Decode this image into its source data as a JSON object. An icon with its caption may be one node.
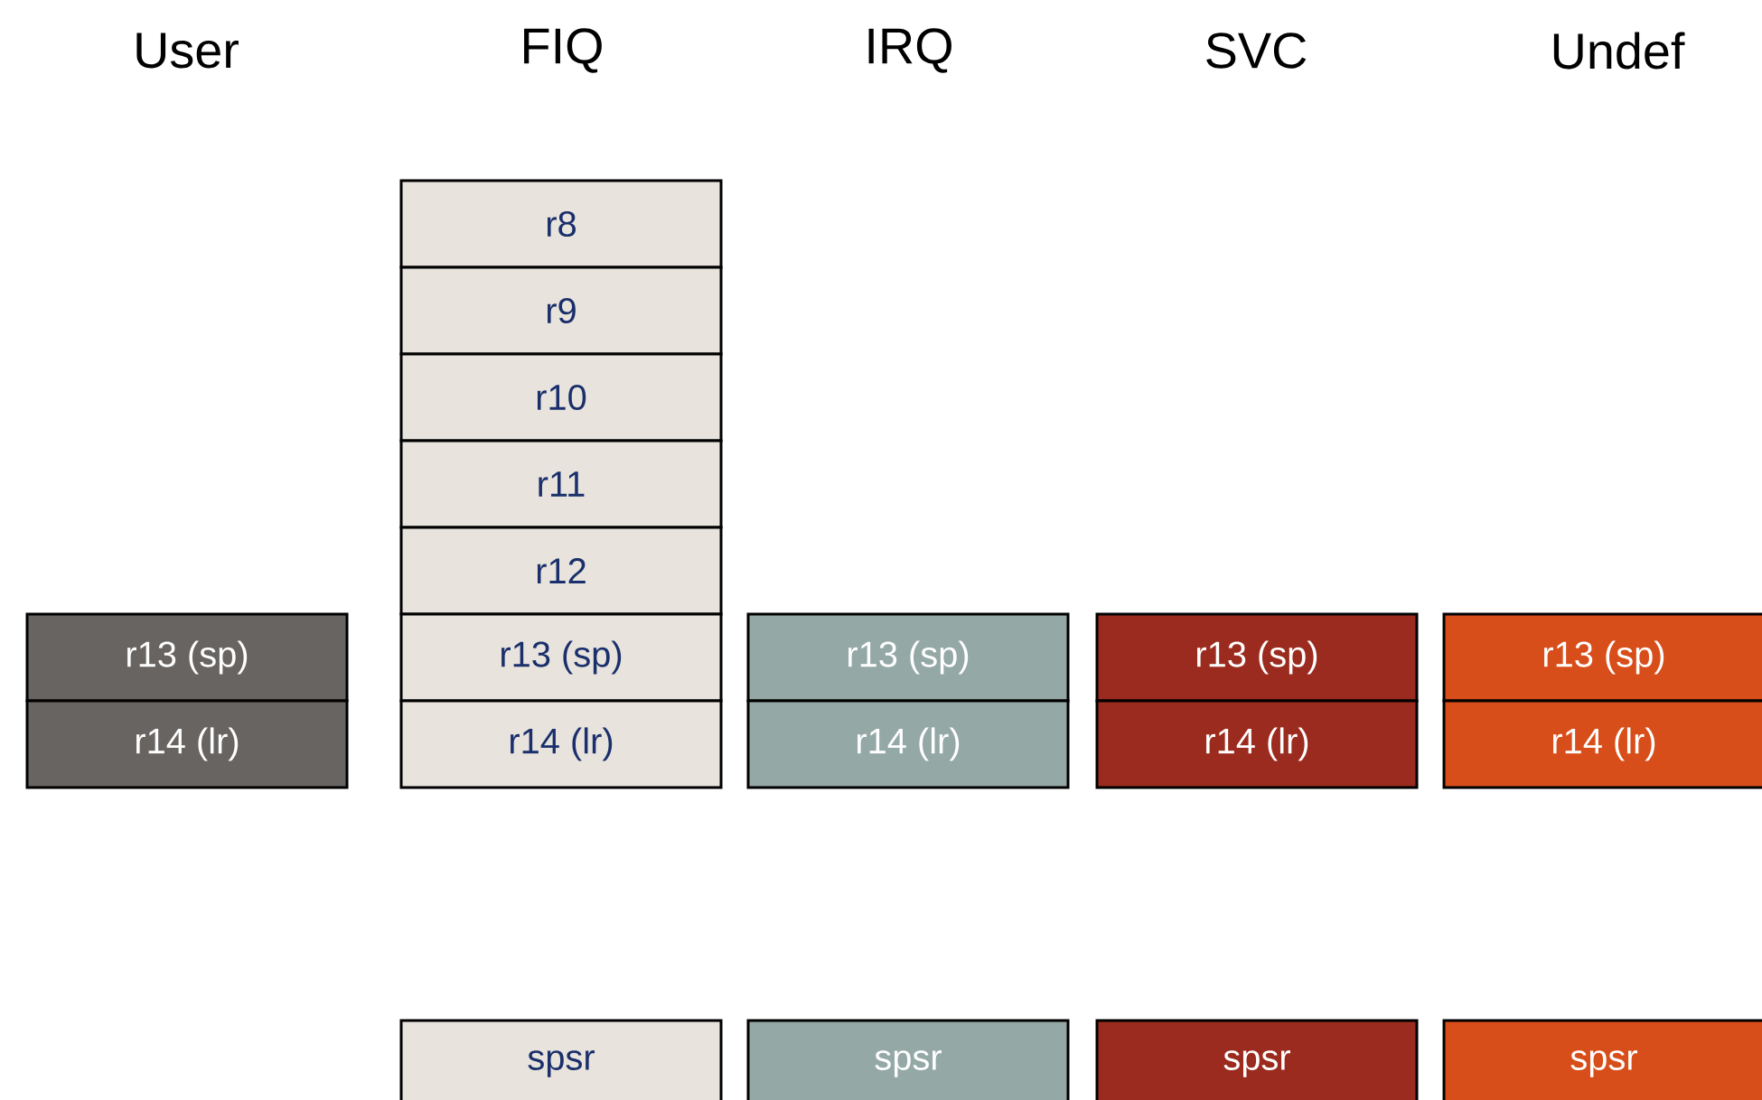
{
  "diagram": {
    "nodes": [
      {
        "text": [
          "r8"
        ]
      },
      {
        "text": [
          "r9"
        ]
      },
      {
        "text": [
          "r10"
        ]
      },
      {
        "text": [
          "r11"
        ]
      },
      {
        "text": [
          "r12"
        ]
      },
      {
        "text": [
          "r13 (sp)"
        ]
      },
      {
        "text": [
          "r13 (sp)"
        ]
      },
      {
        "text": [
          "r13 (sp)"
        ]
      },
      {
        "text": [
          "r13 (sp)"
        ]
      },
      {
        "text": [
          "r13 (sp)"
        ]
      },
      {
        "text": [
          "r14 (lr)"
        ]
      },
      {
        "text": [
          "r14 (lr)"
        ]
      },
      {
        "text": [
          "r14 (lr)"
        ]
      },
      {
        "text": [
          "r14 (lr)"
        ]
      },
      {
        "text": [
          "r14 (lr)"
        ]
      },
      {
        "text": [
          "spsr"
        ]
      },
      {
        "text": [
          "spsr"
        ]
      },
      {
        "text": [
          "spsr"
        ]
      },
      {
        "text": [
          "spsr"
        ]
      }
    ],
    "edges": [],
    "labels": [
      "User",
      "FIQ",
      "IRQ",
      "SVC",
      "Undef"
    ]
  }
}
